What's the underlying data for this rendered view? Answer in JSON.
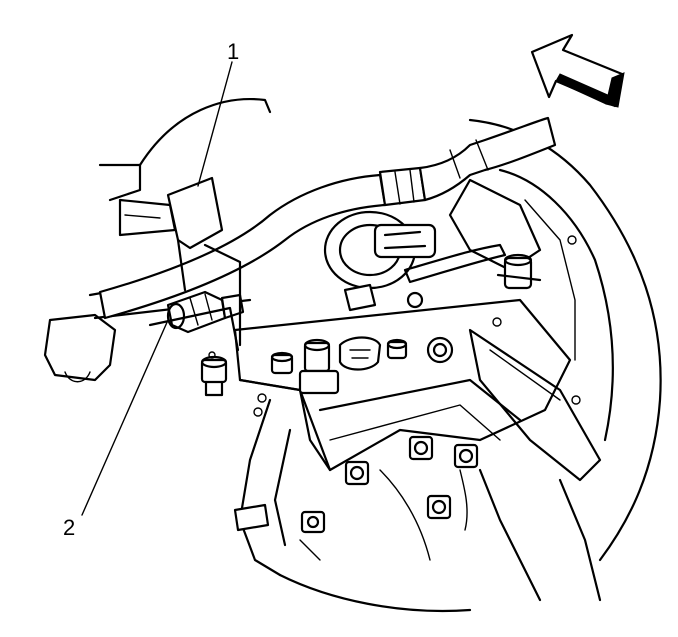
{
  "callouts": [
    {
      "id": "1",
      "label": "1"
    },
    {
      "id": "2",
      "label": "2"
    }
  ],
  "icons": {
    "direction_arrow": "forward-arrow-icon"
  }
}
